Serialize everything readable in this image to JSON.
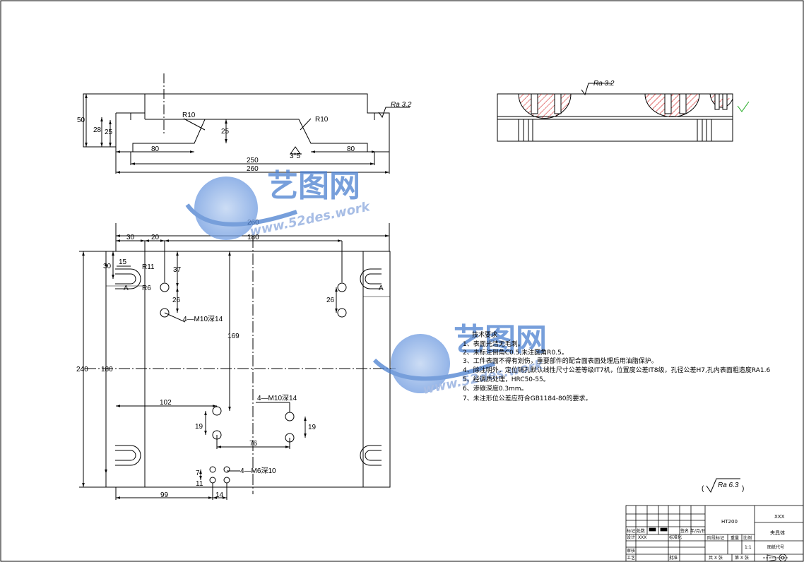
{
  "top_view": {
    "dims": {
      "h50": "50",
      "h28": "28",
      "h25a": "25",
      "h25b": "25",
      "w80a": "80",
      "w80b": "80",
      "w250": "250",
      "w260": "260",
      "r10a": "R10",
      "r10b": "R10",
      "angle": "3°5'",
      "ra": "Ra 3.2"
    }
  },
  "section_view": {
    "ra": "Ra 3.2"
  },
  "plan_view": {
    "dims": {
      "w260": "260",
      "d30": "30",
      "d20": "20",
      "d180top": "180",
      "v30": "30",
      "v15": "15",
      "r11": "R11",
      "r6": "R6",
      "v37": "37",
      "v26a": "26",
      "v26b": "26",
      "hole1": "4—M10深14",
      "v169": "169",
      "v240": "240",
      "v180": "180",
      "d102": "102",
      "hole2": "4—M10深14",
      "v19a": "19",
      "v19b": "19",
      "d76": "76",
      "hole3": "4—M6深10",
      "v7": "7",
      "v11": "11",
      "d99": "99",
      "d14": "14",
      "secA1": "A",
      "secA2": "A"
    }
  },
  "notes": {
    "title": "技术要求",
    "items": [
      "1、表面光洁无毛刺。",
      "2、未标注倒角C0.5,未注圆角R0.5。",
      "3、工件表面不得有划伤，重要部件的配合面表面处理后用油脂保护。",
      "4、除注明外，定位销孔默认线性尺寸公差等级IT7机，位置度公差IT8级，孔径公差H7,孔内表面粗造度RA1.6",
      "5、经调质处理，HRC50-55。",
      "6、渗碳深度0.3mm。",
      "7、未注形位公差应符合GB1184-80的要求。"
    ]
  },
  "general_roughness": "Ra 6.3",
  "title_block": {
    "material": "HT200",
    "company": "XXX",
    "part_name": "夹具体",
    "scale_label": "比例",
    "scale": "1:1",
    "weight_label": "重量",
    "stage_label": "阶段标记",
    "drawing_no_label": "图纸代号",
    "sheets_total": "共 X 张",
    "sheet_no": "第 X 张",
    "design_label": "设计",
    "design_name": "XXX",
    "std_label": "标准化",
    "check_label": "审核",
    "process_label": "工艺",
    "approve_label": "批准",
    "row_labels": "标记 处数",
    "sign_label": "签名 年/月/日"
  },
  "watermark": {
    "brand": "艺图网",
    "url": "www.52des.work"
  }
}
